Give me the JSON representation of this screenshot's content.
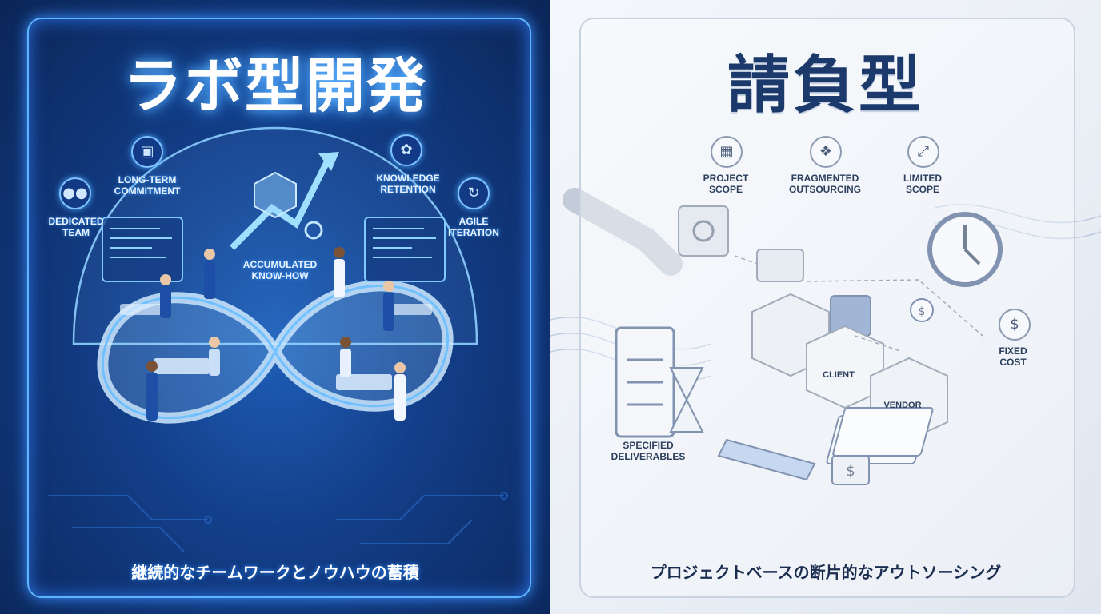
{
  "left_panel": {
    "title": "ラボ型開発",
    "tags": {
      "dedicated_team": "DEDICATED\nTEAM",
      "long_term": "LONG-TERM\nCOMMITMENT",
      "know_how": "ACCUMULATED\nKNOW-HOW",
      "knowledge": "KNOWLEDGE\nRETENTION",
      "agile": "AGILE\nITERATION"
    },
    "caption": "継続的なチームワークとノウハウの蓄積",
    "colors": {
      "bg": "#0b2557",
      "glow": "#5fb4ff"
    }
  },
  "right_panel": {
    "title": "請負型",
    "tags": {
      "project_scope": "PROJECT\nSCOPE",
      "fragmented": "FRAGMENTED\nOUTSOURCING",
      "limited_scope": "LIMITED\nSCOPE",
      "fixed_cost": "FIXED\nCOST",
      "deliverables": "SPECIFIED\nDELIVERABLES"
    },
    "box_labels": {
      "client": "CLIENT",
      "vendor": "VENDOR"
    },
    "caption": "プロジェクトベースの断片的なアウトソーシング",
    "colors": {
      "bg": "#eef2f7",
      "title": "#1b3a6b"
    }
  }
}
